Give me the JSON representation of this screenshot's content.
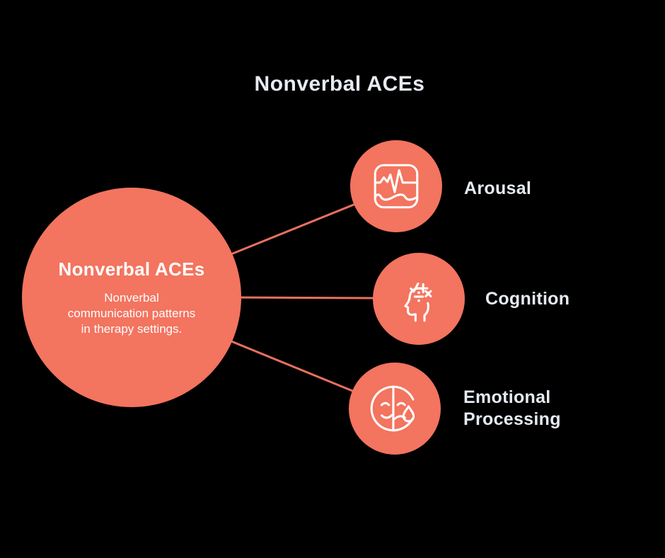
{
  "title": "Nonverbal ACEs",
  "colors": {
    "background": "#000000",
    "node_fill": "#F3745F",
    "connector": "#E8705F",
    "heading_text": "#E7EBF2",
    "node_text": "#FFFFFF"
  },
  "central_node": {
    "title": "Nonverbal ACEs",
    "subtitle": "Nonverbal communication patterns in therapy settings.",
    "subtitle_lines": [
      "Nonverbal",
      "communication patterns",
      "in therapy settings."
    ]
  },
  "branches": [
    {
      "label": "Arousal",
      "label_lines": [
        "Arousal"
      ],
      "icon": "waveform-monitor-icon"
    },
    {
      "label": "Cognition",
      "label_lines": [
        "Cognition"
      ],
      "icon": "head-math-icon"
    },
    {
      "label": "Emotional Processing",
      "label_lines": [
        "Emotional",
        "Processing"
      ],
      "icon": "split-face-tear-icon"
    }
  ]
}
